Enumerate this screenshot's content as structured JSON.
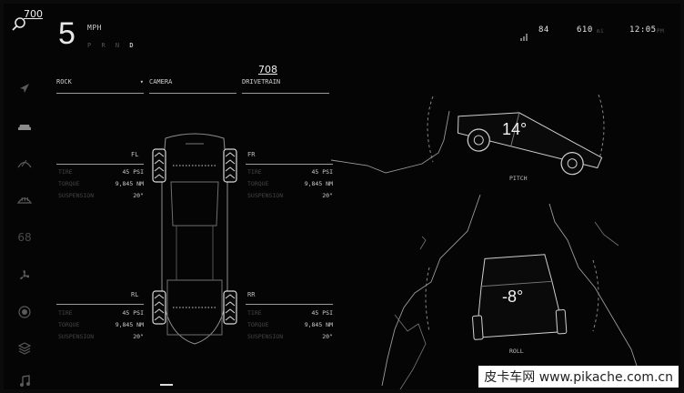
{
  "header": {
    "search_number": "700",
    "speed": "5",
    "speed_unit": "MPH",
    "gears": [
      "P",
      "R",
      "N",
      "D"
    ],
    "active_gear": "D"
  },
  "status": {
    "temp": "84",
    "range": "610",
    "range_unit": "mi",
    "time": "12:05",
    "time_suffix": "PM"
  },
  "tabs": {
    "mode": "ROCK",
    "camera": "CAMERA",
    "drivetrain": "DRIVETRAIN",
    "drivetrain_value": "708"
  },
  "wheels": {
    "fl": {
      "label": "FL",
      "tire_label": "TIRE",
      "tire": "45 PSI",
      "torque_label": "TORQUE",
      "torque": "9,845 NM",
      "suspension_label": "SUSPENSION",
      "suspension": "20\""
    },
    "fr": {
      "label": "FR",
      "tire_label": "TIRE",
      "tire": "45 PSI",
      "torque_label": "TORQUE",
      "torque": "9,845 NM",
      "suspension_label": "SUSPENSION",
      "suspension": "20\""
    },
    "rl": {
      "label": "RL",
      "tire_label": "TIRE",
      "tire": "45 PSI",
      "torque_label": "TORQUE",
      "torque": "9,845 NM",
      "suspension_label": "SUSPENSION",
      "suspension": "20\""
    },
    "rr": {
      "label": "RR",
      "tire_label": "TIRE",
      "tire": "45 PSI",
      "torque_label": "TORQUE",
      "torque": "9,845 NM",
      "suspension_label": "SUSPENSION",
      "suspension": "20\""
    }
  },
  "pitch": {
    "value": "14°",
    "label": "PITCH"
  },
  "roll": {
    "value": "-8°",
    "label": "ROLL"
  },
  "sidebar": {
    "icons": [
      "navigate-icon",
      "car-icon",
      "wiper-icon",
      "defrost-icon",
      "temperature-68",
      "fan-icon",
      "camera-icon",
      "apps-icon",
      "music-icon"
    ],
    "temperature": "68"
  },
  "watermark": "皮卡车网  www.pikache.com.cn"
}
